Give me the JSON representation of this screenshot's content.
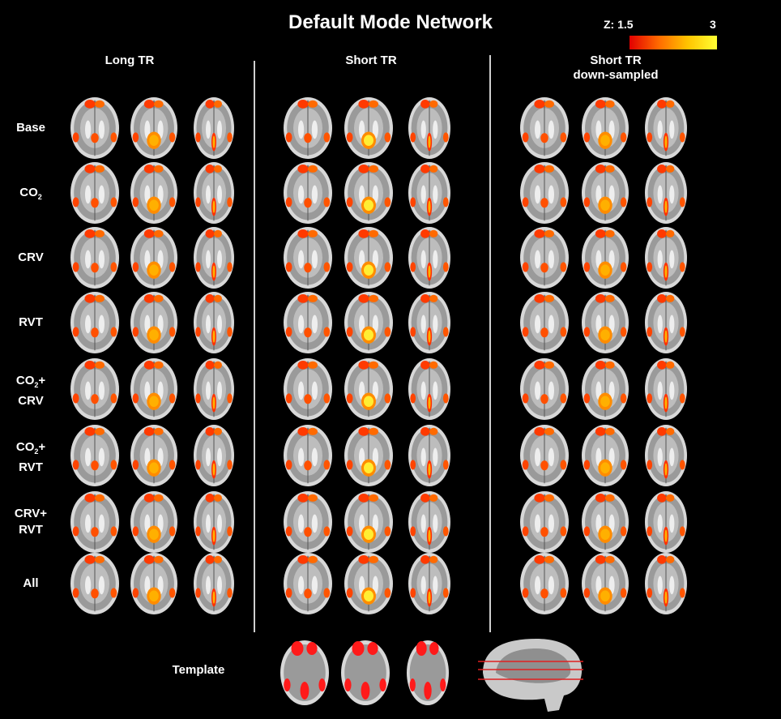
{
  "title": "Default Mode Network",
  "colorbar": {
    "prefix": "Z:",
    "min": "1.5",
    "max": "3"
  },
  "columns": [
    {
      "label_line1": "Long TR",
      "label_line2": ""
    },
    {
      "label_line1": "Short TR",
      "label_line2": ""
    },
    {
      "label_line1": "Short TR",
      "label_line2": "down-sampled"
    }
  ],
  "rows": [
    {
      "main": "Base",
      "sub": "",
      "tail": "",
      "line2": ""
    },
    {
      "main": "CO",
      "sub": "2",
      "tail": "",
      "line2": ""
    },
    {
      "main": "CRV",
      "sub": "",
      "tail": "",
      "line2": ""
    },
    {
      "main": "RVT",
      "sub": "",
      "tail": "",
      "line2": ""
    },
    {
      "main": "CO",
      "sub": "2",
      "tail": "+",
      "line2": "CRV"
    },
    {
      "main": "CO",
      "sub": "2",
      "tail": "+",
      "line2": "RVT"
    },
    {
      "main": "CRV+",
      "sub": "",
      "tail": "",
      "line2": "RVT"
    },
    {
      "main": "All",
      "sub": "",
      "tail": "",
      "line2": ""
    }
  ],
  "template_label": "Template",
  "colors": {
    "background": "#000000",
    "hot_low": "#e20000",
    "hot_high": "#ffff33",
    "divider": "#cfcfcf"
  }
}
